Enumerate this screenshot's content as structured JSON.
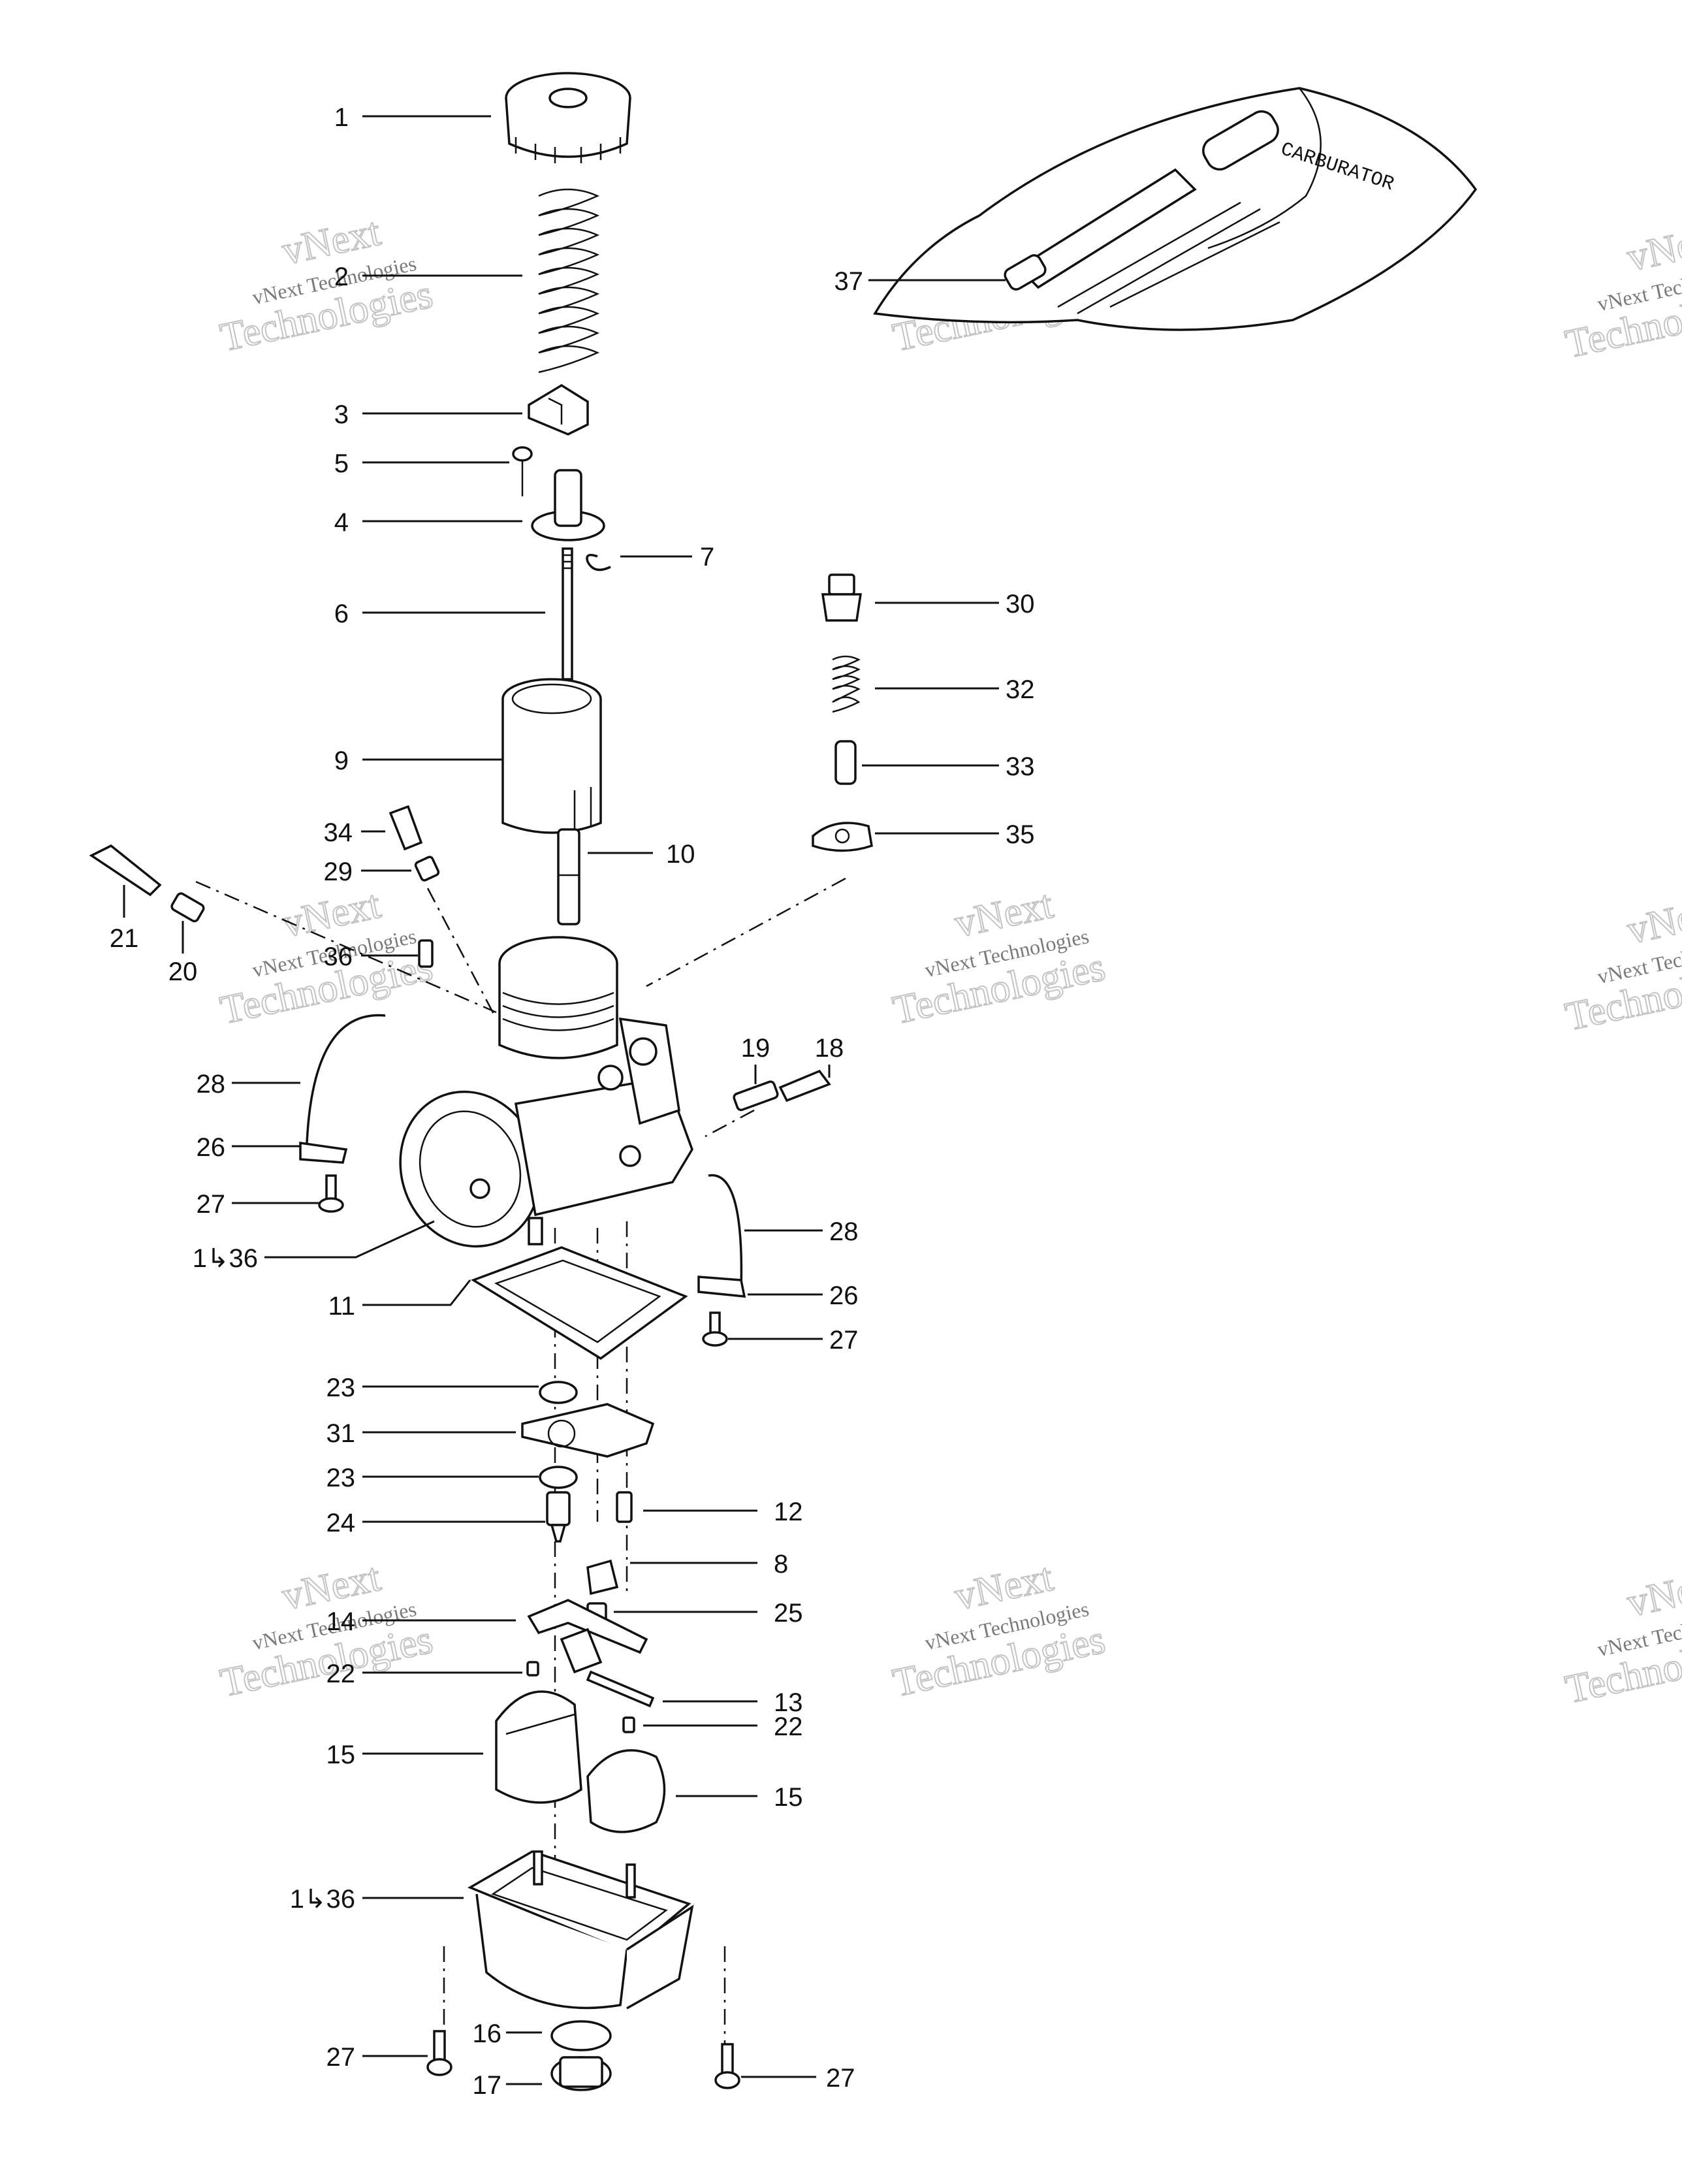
{
  "diagram": {
    "callouts": [
      "1",
      "2",
      "3",
      "5",
      "4",
      "7",
      "6",
      "9",
      "34",
      "29",
      "10",
      "21",
      "20",
      "36",
      "28",
      "26",
      "27",
      "1↳36",
      "11",
      "23",
      "31",
      "23",
      "24",
      "14",
      "22",
      "15",
      "1↳36",
      "27",
      "16",
      "17",
      "37",
      "30",
      "32",
      "33",
      "35",
      "19",
      "18",
      "28",
      "26",
      "27",
      "12",
      "8",
      "25",
      "13",
      "22",
      "15",
      "27"
    ],
    "watermark": {
      "line1": "vNext",
      "line2": "vNext Technologies",
      "line3": "Technologies"
    }
  }
}
